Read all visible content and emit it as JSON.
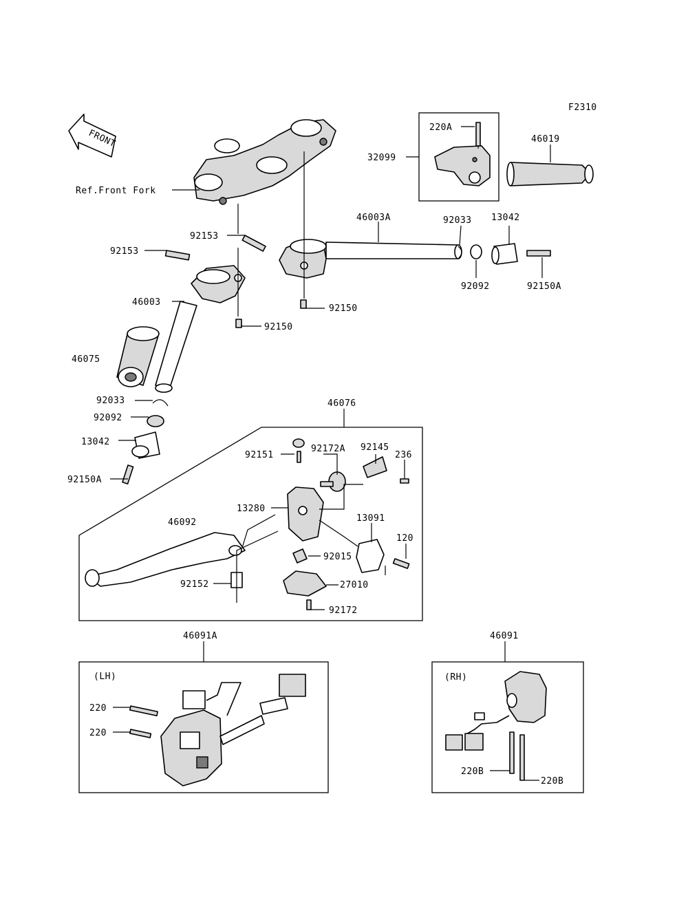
{
  "figure_code": "F2310",
  "front_arrow_text": "FRONT",
  "labels": {
    "220A": "220A",
    "32099": "32099",
    "46019": "46019",
    "ref_front_fork": "Ref.Front Fork",
    "46003A": "46003A",
    "92033_r": "92033",
    "13042_r": "13042",
    "92153_a": "92153",
    "92153_b": "92153",
    "92092_r": "92092",
    "92150A_r": "92150A",
    "92150_a": "92150",
    "92150_b": "92150",
    "46003": "46003",
    "46075": "46075",
    "92033_l": "92033",
    "92092_l": "92092",
    "13042_l": "13042",
    "92150A_l": "92150A",
    "46076": "46076",
    "92151": "92151",
    "92172A": "92172A",
    "92145": "92145",
    "236": "236",
    "13280": "13280",
    "13091": "13091",
    "46092": "46092",
    "120": "120",
    "92015": "92015",
    "92152": "92152",
    "27010": "27010",
    "92172": "92172",
    "46091A": "46091A",
    "lh": "(LH)",
    "220_a": "220",
    "220_b": "220",
    "46091": "46091",
    "rh": "(RH)",
    "220B_a": "220B",
    "220B_b": "220B"
  },
  "colors": {
    "line": "#000000",
    "background": "#ffffff",
    "shade": "#d9d9d9"
  }
}
